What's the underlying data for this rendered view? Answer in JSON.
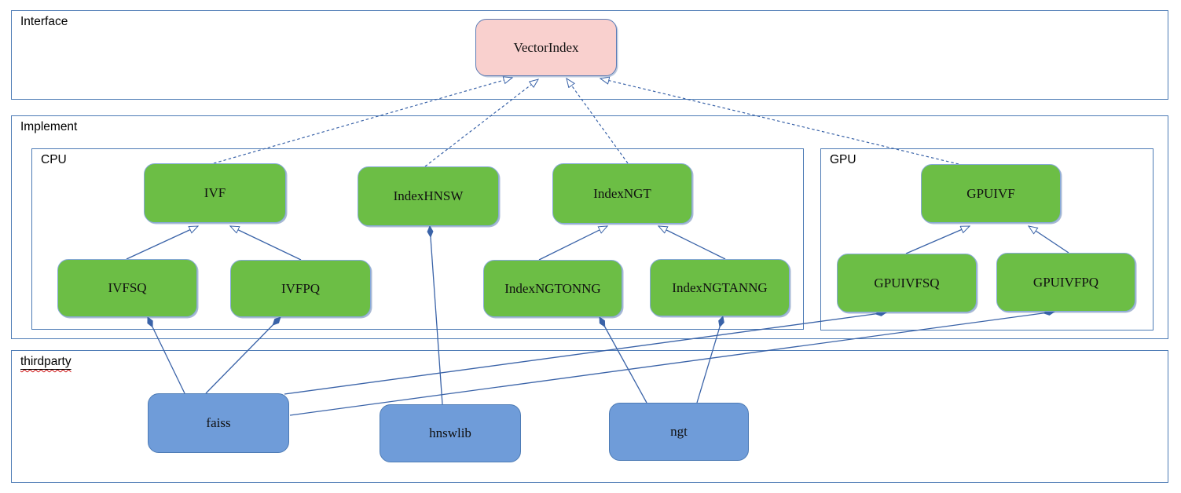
{
  "groups": {
    "interface": "Interface",
    "implement": "Implement",
    "cpu": "CPU",
    "gpu": "GPU",
    "thirdparty": "thirdparty"
  },
  "nodes": {
    "vectorindex": "VectorIndex",
    "ivf": "IVF",
    "indexhnsw": "IndexHNSW",
    "indexngt": "IndexNGT",
    "ivfsq": "IVFSQ",
    "ivfpq": "IVFPQ",
    "indexngtonng": "IndexNGTONNG",
    "indexngtanng": "IndexNGTANNG",
    "gpuivf": "GPUIVF",
    "gpuivfsq": "GPUIVFSQ",
    "gpuivfpq": "GPUIVFPQ",
    "faiss": "faiss",
    "hnswlib": "hnswlib",
    "ngt": "ngt"
  },
  "colors": {
    "interface_node_fill": "#f9d0ce",
    "implement_node_fill": "#6cbe45",
    "thirdparty_node_fill": "#6f9cd9",
    "connector": "#3a63a8",
    "container_border": "#4d7bb5",
    "squiggle": "#cc1111"
  },
  "edges": {
    "realization_dashed_hollow_arrow": [
      {
        "from": "ivf",
        "to": "vectorindex"
      },
      {
        "from": "indexhnsw",
        "to": "vectorindex"
      },
      {
        "from": "indexngt",
        "to": "vectorindex"
      },
      {
        "from": "gpuivf",
        "to": "vectorindex"
      }
    ],
    "inheritance_solid_hollow_arrow": [
      {
        "from": "ivfsq",
        "to": "ivf"
      },
      {
        "from": "ivfpq",
        "to": "ivf"
      },
      {
        "from": "indexngtonng",
        "to": "indexngt"
      },
      {
        "from": "indexngtanng",
        "to": "indexngt"
      },
      {
        "from": "gpuivfsq",
        "to": "gpuivf"
      },
      {
        "from": "gpuivfpq",
        "to": "gpuivf"
      }
    ],
    "composition_filled_diamond": [
      {
        "owner": "indexhnsw",
        "lib": "hnswlib"
      },
      {
        "owner": "ivfsq",
        "lib": "faiss"
      },
      {
        "owner": "ivfpq",
        "lib": "faiss"
      },
      {
        "owner": "indexngtonng",
        "lib": "ngt"
      },
      {
        "owner": "indexngtanng",
        "lib": "ngt"
      },
      {
        "owner": "gpuivfsq",
        "lib": "faiss"
      },
      {
        "owner": "gpuivfpq",
        "lib": "faiss"
      }
    ]
  }
}
